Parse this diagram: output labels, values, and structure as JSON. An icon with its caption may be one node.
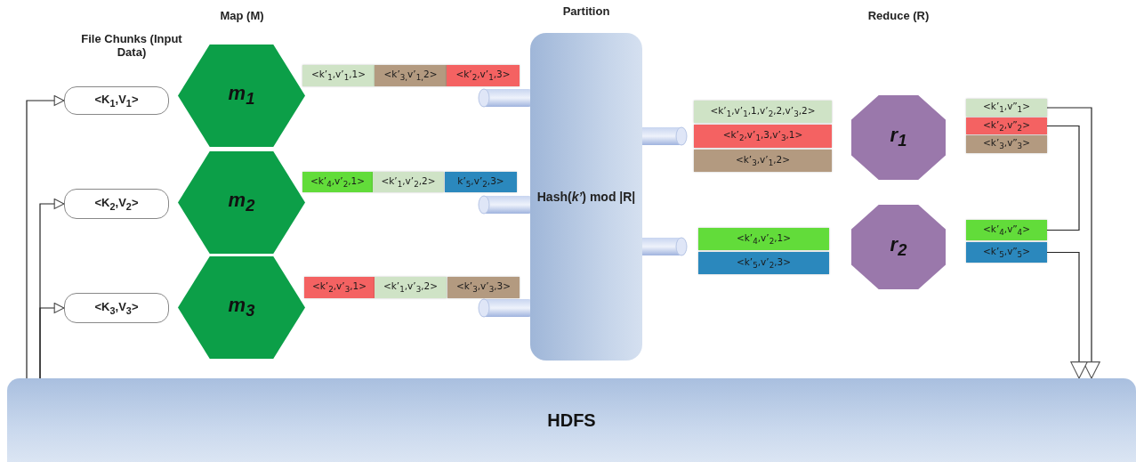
{
  "diagram": {
    "nodes": [
      {
        "text": [
          "<K$_{1}$,V$_{1}$>"
        ]
      },
      {
        "text": [
          "<K$_{2}$,V$_{2}$>"
        ]
      },
      {
        "text": [
          "<K$_{3}$,V$_{3}$>"
        ]
      },
      {
        "text": [
          "m$_{1}$"
        ]
      },
      {
        "text": [
          "m$_{2}$"
        ]
      },
      {
        "text": [
          "m$_{3}$"
        ]
      },
      {
        "text": [
          "<k’$_{1}$,v’$_{1}$,1>"
        ]
      },
      {
        "text": [
          "<k’$_{3,}$v’$_{1,}$2>"
        ]
      },
      {
        "text": [
          "<k’$_{2}$,v’$_{1}$,3>"
        ]
      },
      {
        "text": [
          "<k’$_{4}$,v’$_{2}$,1>"
        ]
      },
      {
        "text": [
          "<k’$_{1}$,v’$_{2}$,2>"
        ]
      },
      {
        "text": [
          "k’$_{5}$,v’$_{2}$,3>"
        ]
      },
      {
        "text": [
          "<k’$_{2}$,v’$_{3}$,1>"
        ]
      },
      {
        "text": [
          "<k’$_{1}$,v’$_{3}$,2>"
        ]
      },
      {
        "text": [
          "<k’$_{3}$,v’$_{3}$,3>"
        ]
      },
      {
        "text": [
          "Partition",
          "Hash(*k’*) mod |R|"
        ]
      },
      {
        "text": [
          "<k’$_{1}$,v’$_{1}$,1,v’$_{2}$,2,v’$_{3}$,2>"
        ]
      },
      {
        "text": [
          "<k’$_{2}$,v’$_{1}$,3,v’$_{3}$,1>"
        ]
      },
      {
        "text": [
          "<k’$_{3}$,v’$_{1}$,2>"
        ]
      },
      {
        "text": [
          "<k’$_{4}$,v’$_{2}$,1>"
        ]
      },
      {
        "text": [
          "<k’$_{5}$,v’$_{2}$,3>"
        ]
      },
      {
        "text": [
          "r$_{1}$"
        ]
      },
      {
        "text": [
          "r$_{2}$"
        ]
      },
      {
        "text": [
          "<k’$_{1}$,v”$_{1}$>"
        ]
      },
      {
        "text": [
          "<k’$_{2}$,v”$_{2}$>"
        ]
      },
      {
        "text": [
          "<k’$_{3}$,v”$_{3}$>"
        ]
      },
      {
        "text": [
          "<k’$_{4}$,v”$_{4}$>"
        ]
      },
      {
        "text": [
          "<k’$_{5}$,v”$_{5}$>"
        ]
      },
      {
        "text": [
          "HDFS"
        ]
      }
    ],
    "edges": [
      {
        "from": 28,
        "to": 0,
        "arrow": "to"
      },
      {
        "from": 28,
        "to": 1,
        "arrow": "to"
      },
      {
        "from": 28,
        "to": 2,
        "arrow": "to"
      },
      {
        "from": 23,
        "to": 28,
        "arrow": "to"
      },
      {
        "from": 24,
        "to": 26,
        "arrow": "none"
      },
      {
        "from": 27,
        "to": 28,
        "arrow": "to"
      }
    ],
    "labels": [
      "Map (M)",
      "File Chunks (Input Data)",
      "Reduce (R)"
    ]
  }
}
